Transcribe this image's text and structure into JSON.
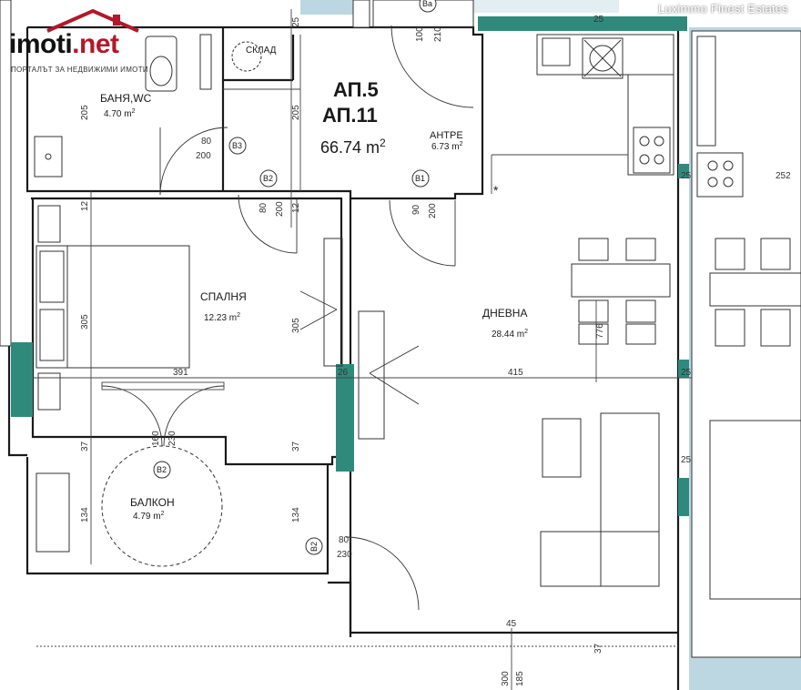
{
  "logo": {
    "brand": "imoti",
    "tld": ".net",
    "tagline": "ПОРТАЛЪТ ЗА НЕДВИЖИМИ ИМОТИ"
  },
  "watermark": "Luximmo Finest Estates",
  "apartment": {
    "line1": "АП.5",
    "line2": "АП.11",
    "area_value": "66.74 m",
    "area_sup": "2"
  },
  "rooms": {
    "bath": {
      "name": "БАНЯ,WC",
      "area": "4.70 m",
      "sup": "2"
    },
    "storage": {
      "name": "СКЛАД"
    },
    "hall": {
      "name": "АНТРЕ",
      "area": "6.73 m",
      "sup": "2"
    },
    "bedroom": {
      "name": "СПАЛНЯ",
      "area": "12.23 m",
      "sup": "2"
    },
    "living": {
      "name": "ДНЕВНА",
      "area": "28.44 m",
      "sup": "2"
    },
    "balcony": {
      "name": "БАЛКОН",
      "area": "4.79 m",
      "sup": "2"
    }
  },
  "door_tags": [
    "B3",
    "B2",
    "B1",
    "B2",
    "B2",
    "Ba"
  ],
  "dimensions": {
    "d25_top": "25",
    "d100": "100",
    "d210": "210",
    "d205_bath": "205",
    "d205_store": "205",
    "d80_b3": "80",
    "d200_b3": "200",
    "d80_b2": "80",
    "d200_b2": "200",
    "d12_b2": "12",
    "d90_b1": "90",
    "d200_b1": "200",
    "d12_bed": "12",
    "d305_bed": "305",
    "d305_mid": "305",
    "d391": "391",
    "d415": "415",
    "d776": "776",
    "d25_r1": "25",
    "d252": "252",
    "d25_r2": "25",
    "d25_r3": "25",
    "d37_bal": "37",
    "d37_mid": "37",
    "d160": "160",
    "d230_bal": "230",
    "d134_left": "134",
    "d134_mid": "134",
    "d80_liv": "80",
    "d230_liv": "230",
    "d45": "45",
    "d37_bot": "37",
    "d300": "300",
    "d185": "185",
    "d26_left": "26"
  }
}
